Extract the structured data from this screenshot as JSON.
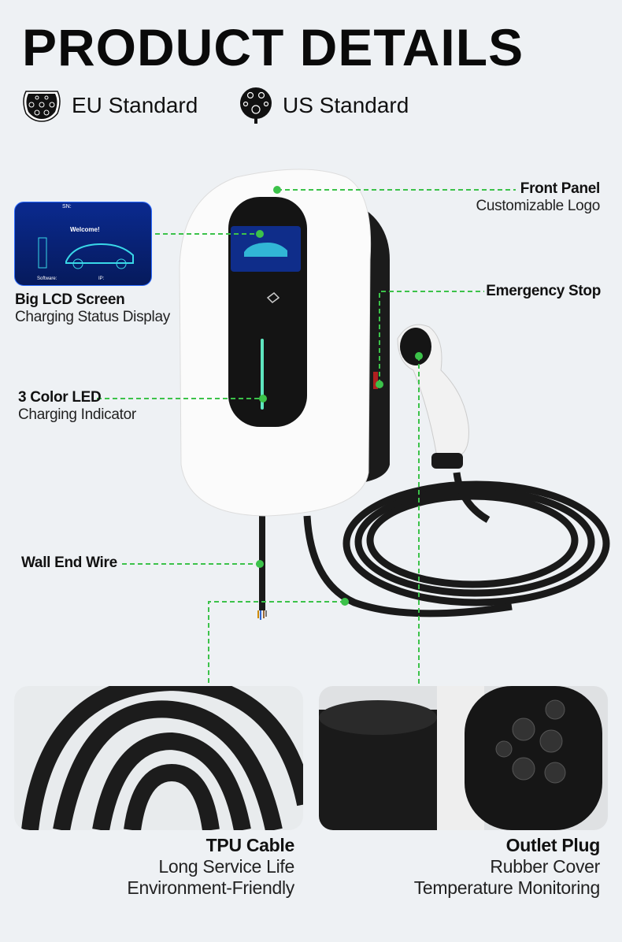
{
  "title": "PRODUCT DETAILS",
  "standards": [
    {
      "icon": "eu-connector-icon",
      "label": "EU Standard"
    },
    {
      "icon": "us-connector-icon",
      "label": "US Standard"
    }
  ],
  "callouts": {
    "front_panel": {
      "title": "Front Panel",
      "subtitle": "Customizable Logo"
    },
    "lcd": {
      "title": "Big LCD Screen",
      "subtitle": "Charging Status Display",
      "screen_welcome": "Welcome!",
      "screen_sn": "SN:",
      "screen_software": "Software:",
      "screen_ip": "IP:"
    },
    "emergency_stop": {
      "title": "Emergency Stop"
    },
    "led": {
      "title": "3 Color LED",
      "subtitle": "Charging Indicator"
    },
    "wall_wire": {
      "title": "Wall End Wire"
    }
  },
  "features": [
    {
      "title": "TPU Cable",
      "lines": [
        "Long Service Life",
        "Environment-Friendly"
      ]
    },
    {
      "title": "Outlet Plug",
      "lines": [
        "Rubber Cover",
        "Temperature Monitoring"
      ]
    }
  ],
  "colors": {
    "accent": "#3cc24a",
    "background": "#eef1f4"
  }
}
